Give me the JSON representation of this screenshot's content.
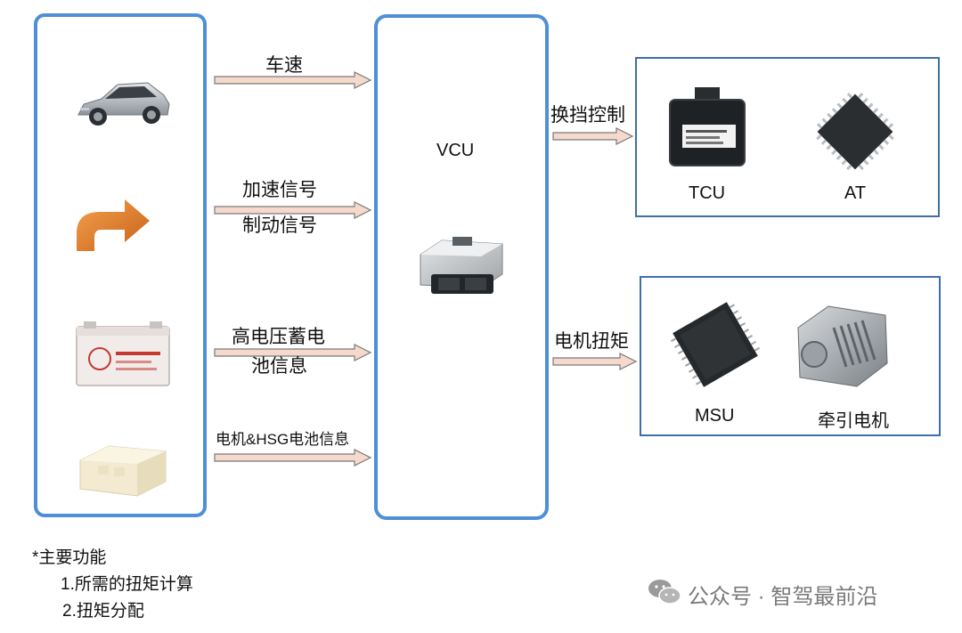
{
  "inputs": {
    "speed": "车速",
    "accel": "加速信号",
    "brake": "制动信号",
    "hv_battery_line1": "高电压蓄电",
    "hv_battery_line2": "池信息",
    "motor_hsg": "电机&HSG电池信息"
  },
  "vcu": {
    "title": "VCU"
  },
  "outputs": {
    "shift_control": "换挡控制",
    "motor_torque": "电机扭矩"
  },
  "transmission": {
    "tcu_label": "TCU",
    "at_label": "AT"
  },
  "motor": {
    "msu_label": "MSU",
    "traction_label": "牵引电机"
  },
  "notes": {
    "title": "*主要功能",
    "item1": "1.所需的扭矩计算",
    "item2": "2.扭矩分配"
  },
  "watermark": "公众号 · 智驾最前沿",
  "colors": {
    "panel_border": "#4e8fd6",
    "box_border": "#3f6fa8",
    "arrow_fill": "#f5d9cc",
    "arrow_stroke": "#7a7a7a",
    "turn_arrow": "#e27a22"
  }
}
